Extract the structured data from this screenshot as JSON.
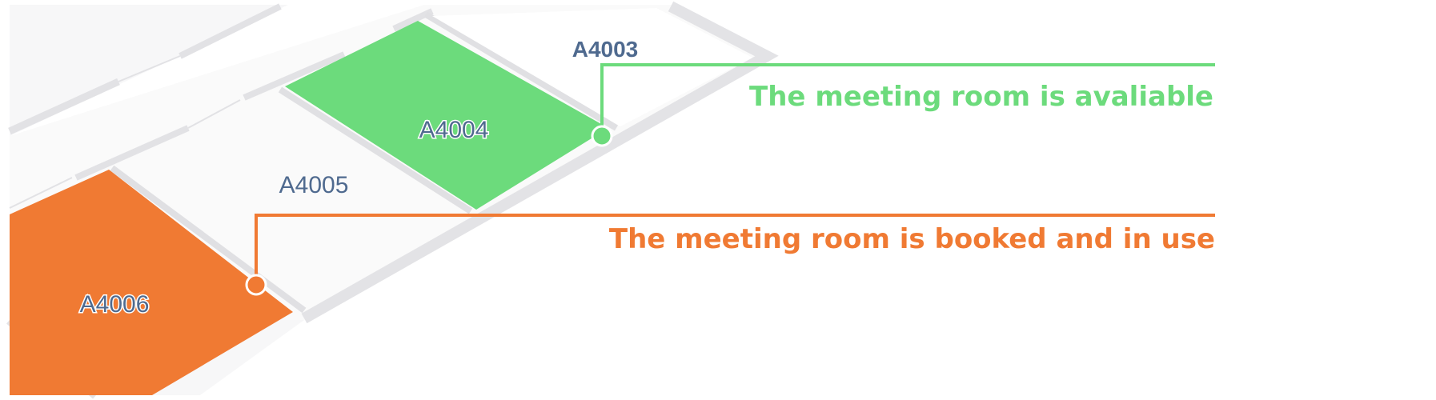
{
  "colors": {
    "available": "#6cdb7c",
    "in_use": "#f07a33",
    "room_text": "#4f6a8f",
    "floor": "#f7f7f8",
    "wall": "#e3e3e6"
  },
  "rooms": {
    "a4003": {
      "label": "A4003"
    },
    "a4004": {
      "label": "A4004",
      "status": "available"
    },
    "a4005": {
      "label": "A4005"
    },
    "a4006": {
      "label": "A4006",
      "status": "in_use"
    }
  },
  "callouts": {
    "available": {
      "text": "The meeting room is avaliable"
    },
    "in_use": {
      "text": "The meeting room is booked and in use"
    }
  }
}
